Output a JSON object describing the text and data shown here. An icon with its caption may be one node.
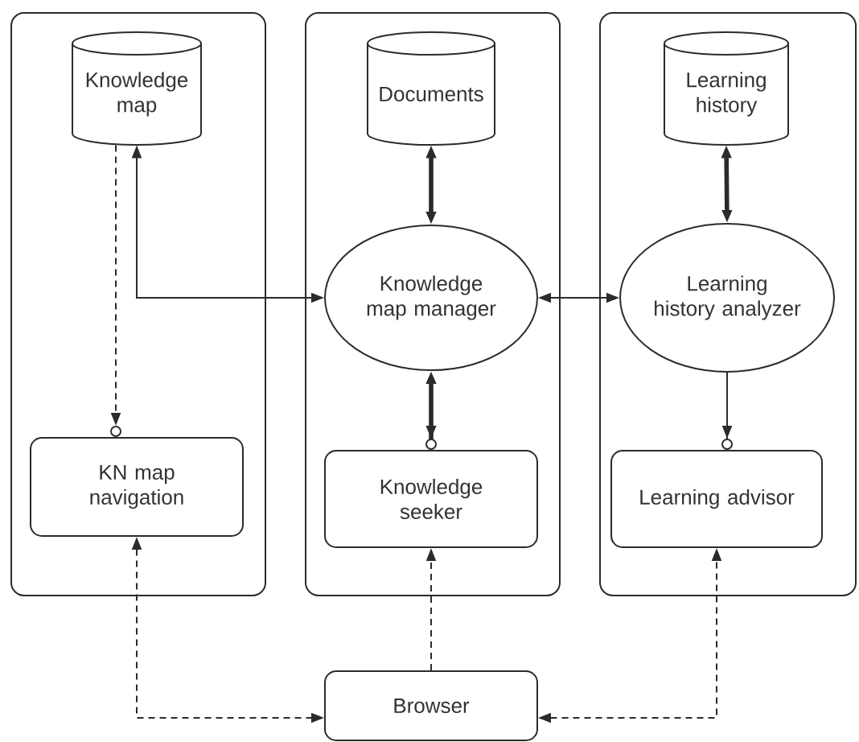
{
  "diagram": {
    "nodes": [
      {
        "text": [],
        "shape": "box"
      },
      {
        "text": [
          "Knowledge map"
        ],
        "in": 0
      },
      {
        "text": [
          "KN map navigation"
        ],
        "in": 0
      },
      {
        "text": [],
        "shape": "box"
      },
      {
        "text": [
          "Documents"
        ],
        "in": 3
      },
      {
        "text": [
          "Knowledge map manager"
        ],
        "in": 3
      },
      {
        "text": [
          "Knowledge seeker"
        ],
        "in": 3
      },
      {
        "text": [],
        "shape": "box"
      },
      {
        "text": [
          "Learning history"
        ],
        "in": 7
      },
      {
        "text": [
          "Learning history analyzer"
        ],
        "in": 7
      },
      {
        "text": [
          "Learning advisor"
        ],
        "in": 7
      },
      {
        "text": [
          "Browser"
        ]
      }
    ],
    "edges": [
      {
        "from": 1,
        "to": 2,
        "arrow": "to",
        "style": "dashed"
      },
      {
        "from": 1,
        "to": 5,
        "arrow": "both"
      },
      {
        "from": 4,
        "to": 5,
        "arrow": "both",
        "style": "thick"
      },
      {
        "from": 5,
        "to": 9,
        "arrow": "both"
      },
      {
        "from": 8,
        "to": 9,
        "arrow": "both",
        "style": "thick"
      },
      {
        "from": 5,
        "to": 6,
        "arrow": "both",
        "style": "thick"
      },
      {
        "from": 9,
        "to": 10,
        "arrow": "to"
      },
      {
        "from": 2,
        "to": 11,
        "arrow": "both",
        "style": "dashed"
      },
      {
        "from": 11,
        "to": 6,
        "arrow": "to",
        "style": "dashed"
      },
      {
        "from": 11,
        "to": 10,
        "arrow": "both",
        "style": "dashed"
      }
    ]
  }
}
